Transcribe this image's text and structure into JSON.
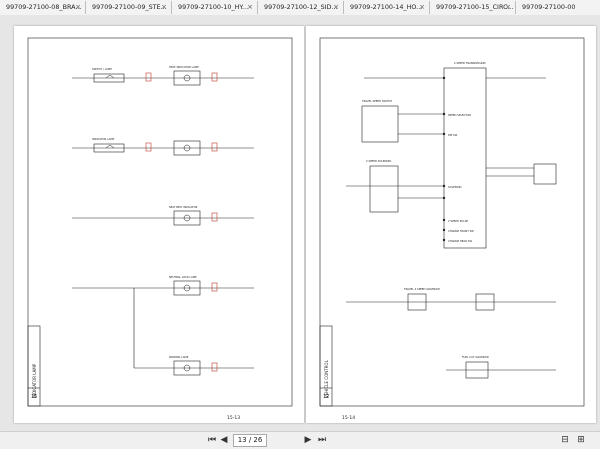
{
  "tabs": [
    {
      "label": "99709-27100-08_BRA..."
    },
    {
      "label": "99709-27100-09_STE..."
    },
    {
      "label": "99709-27100-10_HY..."
    },
    {
      "label": "99709-27100-12_SID..."
    },
    {
      "label": "99709-27100-14_HO..."
    },
    {
      "label": "99709-27100-15_CIRC..."
    },
    {
      "label": "99709-27100-00"
    }
  ],
  "left_page": {
    "title": "INDICATOR LAMP",
    "section": "15",
    "footer": "15-13",
    "components": [
      {
        "label": "SWITCH / LAMP"
      },
      {
        "label": "HEAT INDICATOR LAMP"
      },
      {
        "label": "INDICATOR LAMP"
      },
      {
        "label": "SEAT BELT INDICATOR"
      },
      {
        "label": "NEUTRAL LOCK LAMP"
      },
      {
        "label": "PARKING LAMP"
      }
    ]
  },
  "right_page": {
    "title": "VEHICLE CONTROL",
    "section": "12",
    "footer": "15-14",
    "ecu_label": "2 SPEED TRANSMISSION",
    "components": [
      {
        "label": "TRAVEL SPEED SWITCH"
      },
      {
        "label": "2 SPEED SOLENOID"
      },
      {
        "label": "TRAVEL 2 SPEED SOLENOID"
      },
      {
        "label": "FUEL CUT SOLENOID"
      }
    ],
    "ecu_pins": [
      {
        "label": "SPEED SELECTOR"
      },
      {
        "label": "P/B SW"
      },
      {
        "label": "SOLENOID"
      },
      {
        "label": "2 SPEED PULSE"
      },
      {
        "label": "CHANGE FRONT SW"
      },
      {
        "label": "CHANGE REAR SW"
      }
    ]
  },
  "toolbar": {
    "current_page": "13 / 26",
    "total_pages": "",
    "first_icon": "first-page-icon",
    "prev_icon": "prev-page-icon",
    "next_icon": "next-page-icon",
    "last_icon": "last-page-icon"
  },
  "colors": {
    "wire": "#111111",
    "marker_border": "#c0392b",
    "highlight": "#c0392b"
  }
}
